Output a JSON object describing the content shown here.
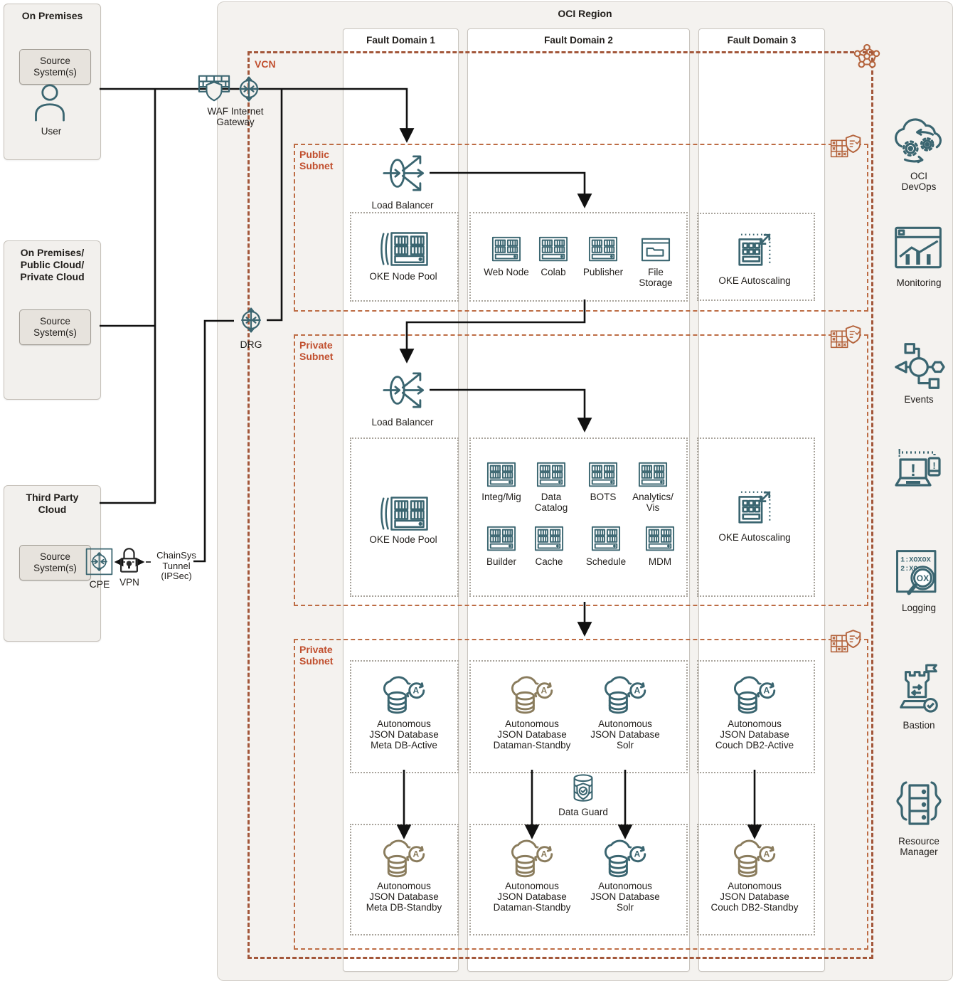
{
  "colors": {
    "teal": "#3a6570",
    "standby": "#8a7c5d",
    "black_icon": "#2b2b2b",
    "orange": "#b5653e",
    "accent_orange": "#c14f2e",
    "line": "#111111"
  },
  "region": {
    "title": "OCI Region",
    "vcn_label": "VCN"
  },
  "fault_domains": [
    "Fault Domain 1",
    "Fault Domain 2",
    "Fault Domain 3"
  ],
  "subnets": {
    "public": "Public\nSubnet",
    "private1": "Private\nSubnet",
    "private2": "Private\nSubnet"
  },
  "external": {
    "on_prem": {
      "title": "On Premises",
      "chip": "Source System(s)",
      "user": "User"
    },
    "mixed_cloud": {
      "title": "On Premises/\nPublic Cloud/\nPrivate Cloud",
      "chip": "Source System(s)"
    },
    "third_party": {
      "title": "Third Party\nCloud",
      "chip": "Source System(s)",
      "cpe": "CPE",
      "vpn": "VPN",
      "tunnel": "ChainSys\nTunnel\n(IPSec)"
    }
  },
  "gateways": {
    "waf_ig": "WAF Internet\nGateway",
    "drg": "DRG"
  },
  "public_tier": {
    "load_balancer": "Load Balancer",
    "oke_node_pool": "OKE Node Pool",
    "apps": [
      "Web Node",
      "Colab",
      "Publisher",
      "File\nStorage"
    ],
    "autoscaling": "OKE Autoscaling"
  },
  "private_tier": {
    "load_balancer": "Load Balancer",
    "oke_node_pool": "OKE Node Pool",
    "apps_row1": [
      "Integ/Mig",
      "Data\nCatalog",
      "BOTS",
      "Analytics/\nVis"
    ],
    "apps_row2": [
      "Builder",
      "Cache",
      "Schedule",
      "MDM"
    ],
    "autoscaling": "OKE Autoscaling"
  },
  "database_tier": {
    "active": [
      "Autonomous\nJSON Database\nMeta DB-Active",
      "Autonomous\nJSON Database\nDataman-Standby",
      "Autonomous\nJSON Database\nSolr",
      "Autonomous\nJSON Database\nCouch DB2-Active"
    ],
    "standby": [
      "Autonomous\nJSON Database\nMeta DB-Standby",
      "Autonomous\nJSON Database\nDataman-Standby",
      "Autonomous\nJSON Database\nSolr",
      "Autonomous\nJSON Database\nCouch DB2-Standby"
    ],
    "data_guard": "Data Guard"
  },
  "oci_services": [
    "OCI DevOps",
    "Monitoring",
    "Events",
    "Logging",
    "Bastion",
    "Resource\nManager"
  ]
}
